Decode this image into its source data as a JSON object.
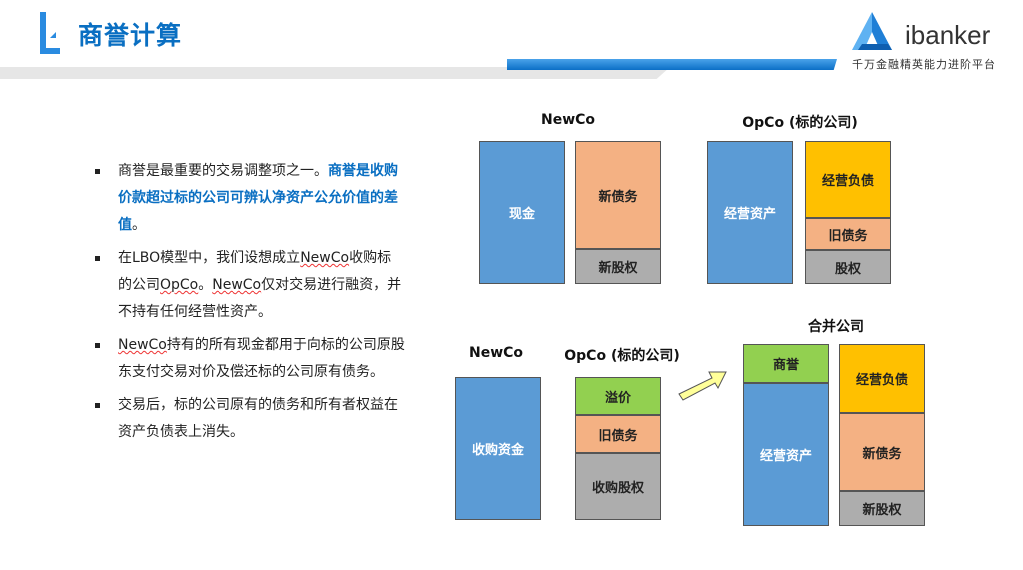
{
  "header": {
    "title": "商誉计算",
    "brand": "ibanker",
    "tagline": "千万金融精英能力进阶平台"
  },
  "bullets": [
    {
      "text": "商誉是最重要的交易调整项之一。",
      "highlight": "商誉是收购价款超过标的公司可辨认净资产公允价值的差值",
      "end": "。"
    },
    {
      "p1": "在LBO模型中，我们设想成立",
      "u1": "NewCo",
      "p2": "收购标的公司",
      "u2": "OpCo",
      "p3": "。",
      "u3": "NewCo",
      "p4": "仅对交易进行融资，并不持有任何经营性资产。"
    },
    {
      "u1": "NewCo",
      "p1": "持有的所有现金都用于向标的公司原股东支付交易对价及偿还标的公司原有债务。"
    },
    {
      "text": "交易后，标的公司原有的债务和所有者权益在资产负债表上消失。"
    }
  ],
  "diagram": {
    "top_newco": {
      "label": "NewCo",
      "assets": [
        "现金"
      ],
      "liabs": [
        "新债务",
        "新股权"
      ]
    },
    "top_opco": {
      "label": "OpCo (标的公司)",
      "assets": [
        "经营资产"
      ],
      "liabs": [
        "经营负债",
        "旧债务",
        "股权"
      ]
    },
    "bot_newco": {
      "label": "NewCo",
      "assets": [
        "收购资金"
      ]
    },
    "bot_opco": {
      "label": "OpCo (标的公司)",
      "liabs": [
        "溢价",
        "旧债务",
        "收购股权"
      ]
    },
    "merged": {
      "label": "合并公司",
      "assets": [
        "商誉",
        "经营资产"
      ],
      "liabs": [
        "经营负债",
        "新债务",
        "新股权"
      ]
    }
  },
  "colors": {
    "blue": "#5b9bd5",
    "orange": "#f4b183",
    "gray": "#adadad",
    "yellow": "#ffc000",
    "green": "#92d050",
    "accent": "#0a6fc2"
  }
}
